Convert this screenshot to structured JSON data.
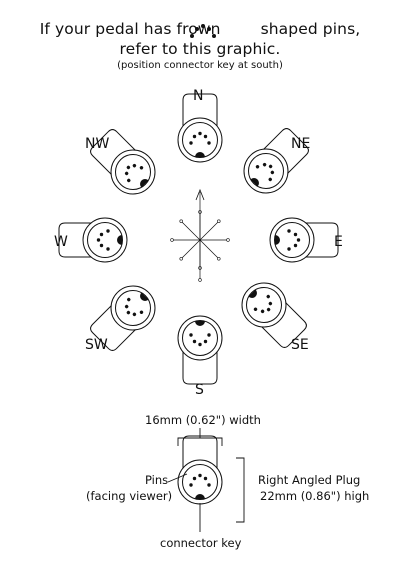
{
  "header": {
    "title_part1": "If your pedal has frown",
    "title_part2": "shaped pins,",
    "title_line2": "refer to this graphic.",
    "subtitle": "(position connector key at south)"
  },
  "compass": {
    "N": "N",
    "NE": "NE",
    "E": "E",
    "SE": "SE",
    "S": "S",
    "SW": "SW",
    "W": "W",
    "NW": "NW"
  },
  "detail": {
    "width_label": "16mm (0.62\") width",
    "pins_label_line1": "Pins",
    "pins_label_line2": "(facing viewer)",
    "plug_label_line1": "Right Angled Plug",
    "plug_label_line2": "22mm (0.86\") high",
    "key_label": "connector key"
  },
  "colors": {
    "ink": "#111111",
    "background": "#ffffff"
  }
}
